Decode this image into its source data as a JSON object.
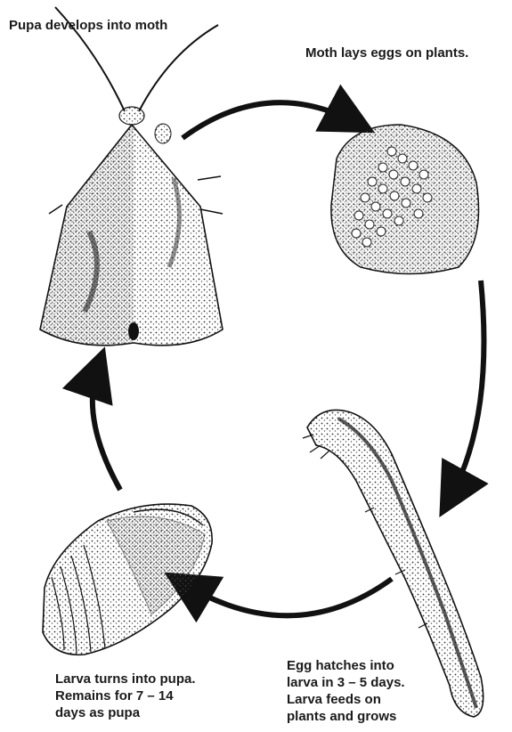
{
  "labels": {
    "moth": "Pupa develops into moth",
    "eggs": "Moth lays eggs on plants.",
    "larva": "Egg hatches into\nlarva in 3 – 5 days.\nLarva feeds on\nplants and grows",
    "pupa": "Larva turns into pupa.\nRemains for 7 – 14\ndays as pupa"
  },
  "colors": {
    "ink": "#111111",
    "paper": "#ffffff",
    "shade": "#555555"
  }
}
